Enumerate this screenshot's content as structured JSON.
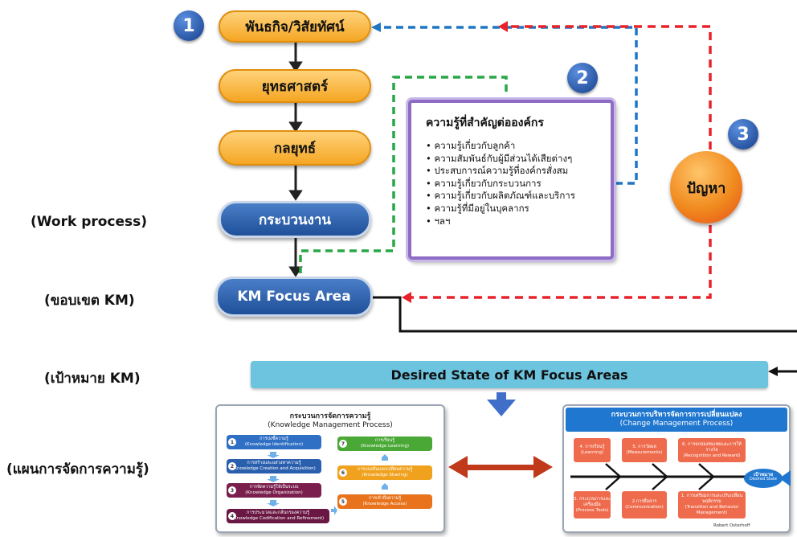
{
  "badges": [
    "1",
    "2",
    "3"
  ],
  "flow": {
    "mission": "พันธกิจ/วิสัยทัศน์",
    "strategy": "ยุทธศาสตร์",
    "tactics": "กลยุทธ์",
    "process": "กระบวนงาน",
    "focus": "KM Focus Area"
  },
  "side_labels": {
    "work": "(Work process)",
    "scope": "(ขอบเขต KM)",
    "goal": "(เป้าหมาย KM)",
    "plan": "(แผนการจัดการความรู้)"
  },
  "knowledge": {
    "title": "ความรู้ที่สำคัญต่อองค์กร",
    "items": [
      "• ความรู้เกี่ยวกับลูกค้า",
      "• ความสัมพันธ์กับผู้มีส่วนได้เสียต่างๆ",
      "• ประสบการณ์ความรู้ที่องค์กรสั่งสม",
      "• ความรู้เกี่ยวกับกระบวนการ",
      "• ความรู้เกี่ยวกับผลิตภัณฑ์และบริการ",
      "• ความรู้ที่มีอยู่ในบุคลากร",
      "• ฯลฯ"
    ]
  },
  "problem": "ปัญหา",
  "desired_state": "Desired State of KM Focus Areas",
  "km_process": {
    "title_th": "กระบวนการจัดการความรู้",
    "title_en": "(Knowledge Management Process)",
    "steps": [
      {
        "num": "1",
        "th": "การบ่งชี้ความรู้",
        "en": "(Knowledge Identification)"
      },
      {
        "num": "2",
        "th": "การสร้างและแสวงหาความรู้",
        "en": "(Knowledge Creation and Acquisition)"
      },
      {
        "num": "3",
        "th": "การจัดความรู้ให้เป็นระบบ",
        "en": "(Knowledge Organization)"
      },
      {
        "num": "4",
        "th": "การประมวลและกลั่นกรองความรู้",
        "en": "(Knowledge Codification and Refinement)"
      },
      {
        "num": "5",
        "th": "การเข้าถึงความรู้",
        "en": "(Knowledge Access)"
      },
      {
        "num": "6",
        "th": "การแบ่งปันแลกเปลี่ยนความรู้",
        "en": "(Knowledge Sharing)"
      },
      {
        "num": "7",
        "th": "การเรียนรู้",
        "en": "(Knowledge Learning)"
      }
    ]
  },
  "change_process": {
    "title_th": "กระบวนการบริหารจัดการการเปลี่ยนแปลง",
    "title_en": "(Change Management Process)",
    "top": [
      {
        "th": "4. การเรียนรู้",
        "en": "(Learning)"
      },
      {
        "th": "5. การวัดผล",
        "en": "(Measurements)"
      },
      {
        "th": "6. การยกย่องชมเชยและการให้รางวัล",
        "en": "(Recognition and Reward)"
      }
    ],
    "bottom": [
      {
        "th": "3. กระบวนการและเครื่องมือ",
        "en": "(Process Tools)"
      },
      {
        "th": "2.การสื่อสาร",
        "en": "(Communication)"
      },
      {
        "th": "1. การเตรียมการและปรับเปลี่ยนพฤติกรรม",
        "en": "(Transition and Behavior Management)"
      }
    ],
    "head_th": "เป้าหมาย",
    "head_en": "Desired State",
    "credit": "Robert Osterhoff"
  },
  "colors": {
    "orange": "#f5a623",
    "blue": "#1f4f99",
    "red_dash": "#e8222b",
    "blue_dash": "#1f77c4",
    "green_dash": "#27a745",
    "purple": "#8e6bc4",
    "desired": "#6cc4df"
  }
}
